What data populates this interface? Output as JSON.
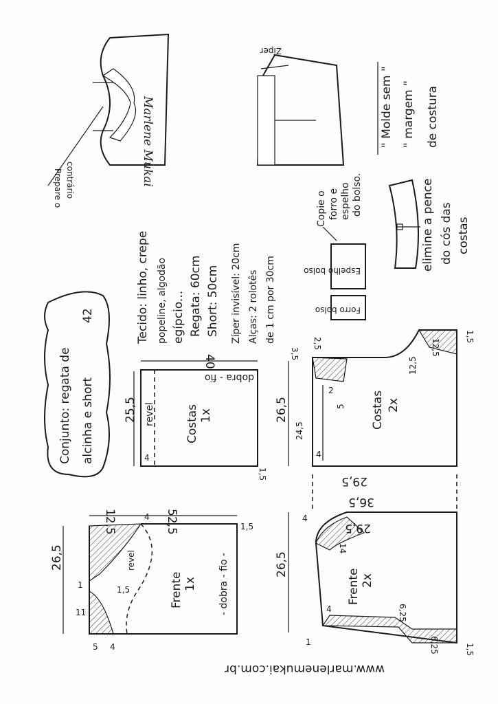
{
  "title": {
    "line1": "Conjunto: regata de",
    "line2": "alcinha e short",
    "size": "42"
  },
  "fabric": {
    "l1": "Tecido: linho, crepe",
    "l2": "popeline, algodão",
    "l3": "egípcio...",
    "l4": "Regata: 60cm",
    "l5": "Short: 50cm",
    "l6": "Zíper invisível: 20cm",
    "l7": "Alças: 2 rolotês",
    "l8": "de 1 cm por 30cm"
  },
  "note": {
    "l1": "\" Molde sem \"",
    "l2": "\" margem \"",
    "l3": "de costura"
  },
  "signature": "Marlene Mukai",
  "illustration": {
    "top_note1": "Prepare o",
    "top_note2": "contrário",
    "zipper": "Zíper"
  },
  "pocket": {
    "espelho": "Espelho bolso",
    "forro": "Forro bolso",
    "copy1": "Copie o",
    "copy2": "forro e",
    "copy3": "espelho",
    "copy4": "do bolso."
  },
  "waistband": {
    "l1": "elimine a pence",
    "l2": "do cós das",
    "l3": "costas"
  },
  "costas_top": {
    "name": "Costas",
    "qty": "1x",
    "revel": "revel",
    "dobra": "dobra - fio",
    "w": "25,5",
    "h": "40",
    "m1": "4",
    "m2": "1,5"
  },
  "frente_top": {
    "name": "Frente",
    "qty": "1x",
    "revel": "revel",
    "dobra": "- dobra - fio -",
    "h": "26,5",
    "w": "12,5",
    "total": "52,5",
    "m1": "4",
    "m2": "1,5",
    "m3": "11",
    "m4": "5",
    "m5": "4",
    "m6": "1",
    "m7": "1,5"
  },
  "costas_short": {
    "name": "Costas",
    "qty": "2x",
    "h1": "26,5",
    "h2": "24,5",
    "w": "29,5",
    "m1": "3,5",
    "m2": "2,5",
    "m3": "12,5",
    "m4": "12,5",
    "m5": "1,5",
    "m6": "5",
    "m7": "4",
    "m8": "2"
  },
  "frente_short": {
    "name": "Frente",
    "qty": "2x",
    "h": "26,5",
    "w": "29,5",
    "total": "36,5",
    "m1": "4",
    "m2": "14",
    "m3": "6,25",
    "m4": "6,25",
    "m5": "1,5",
    "m6": "1",
    "m7": "4"
  },
  "website": "www.marlenemukai.com.br"
}
